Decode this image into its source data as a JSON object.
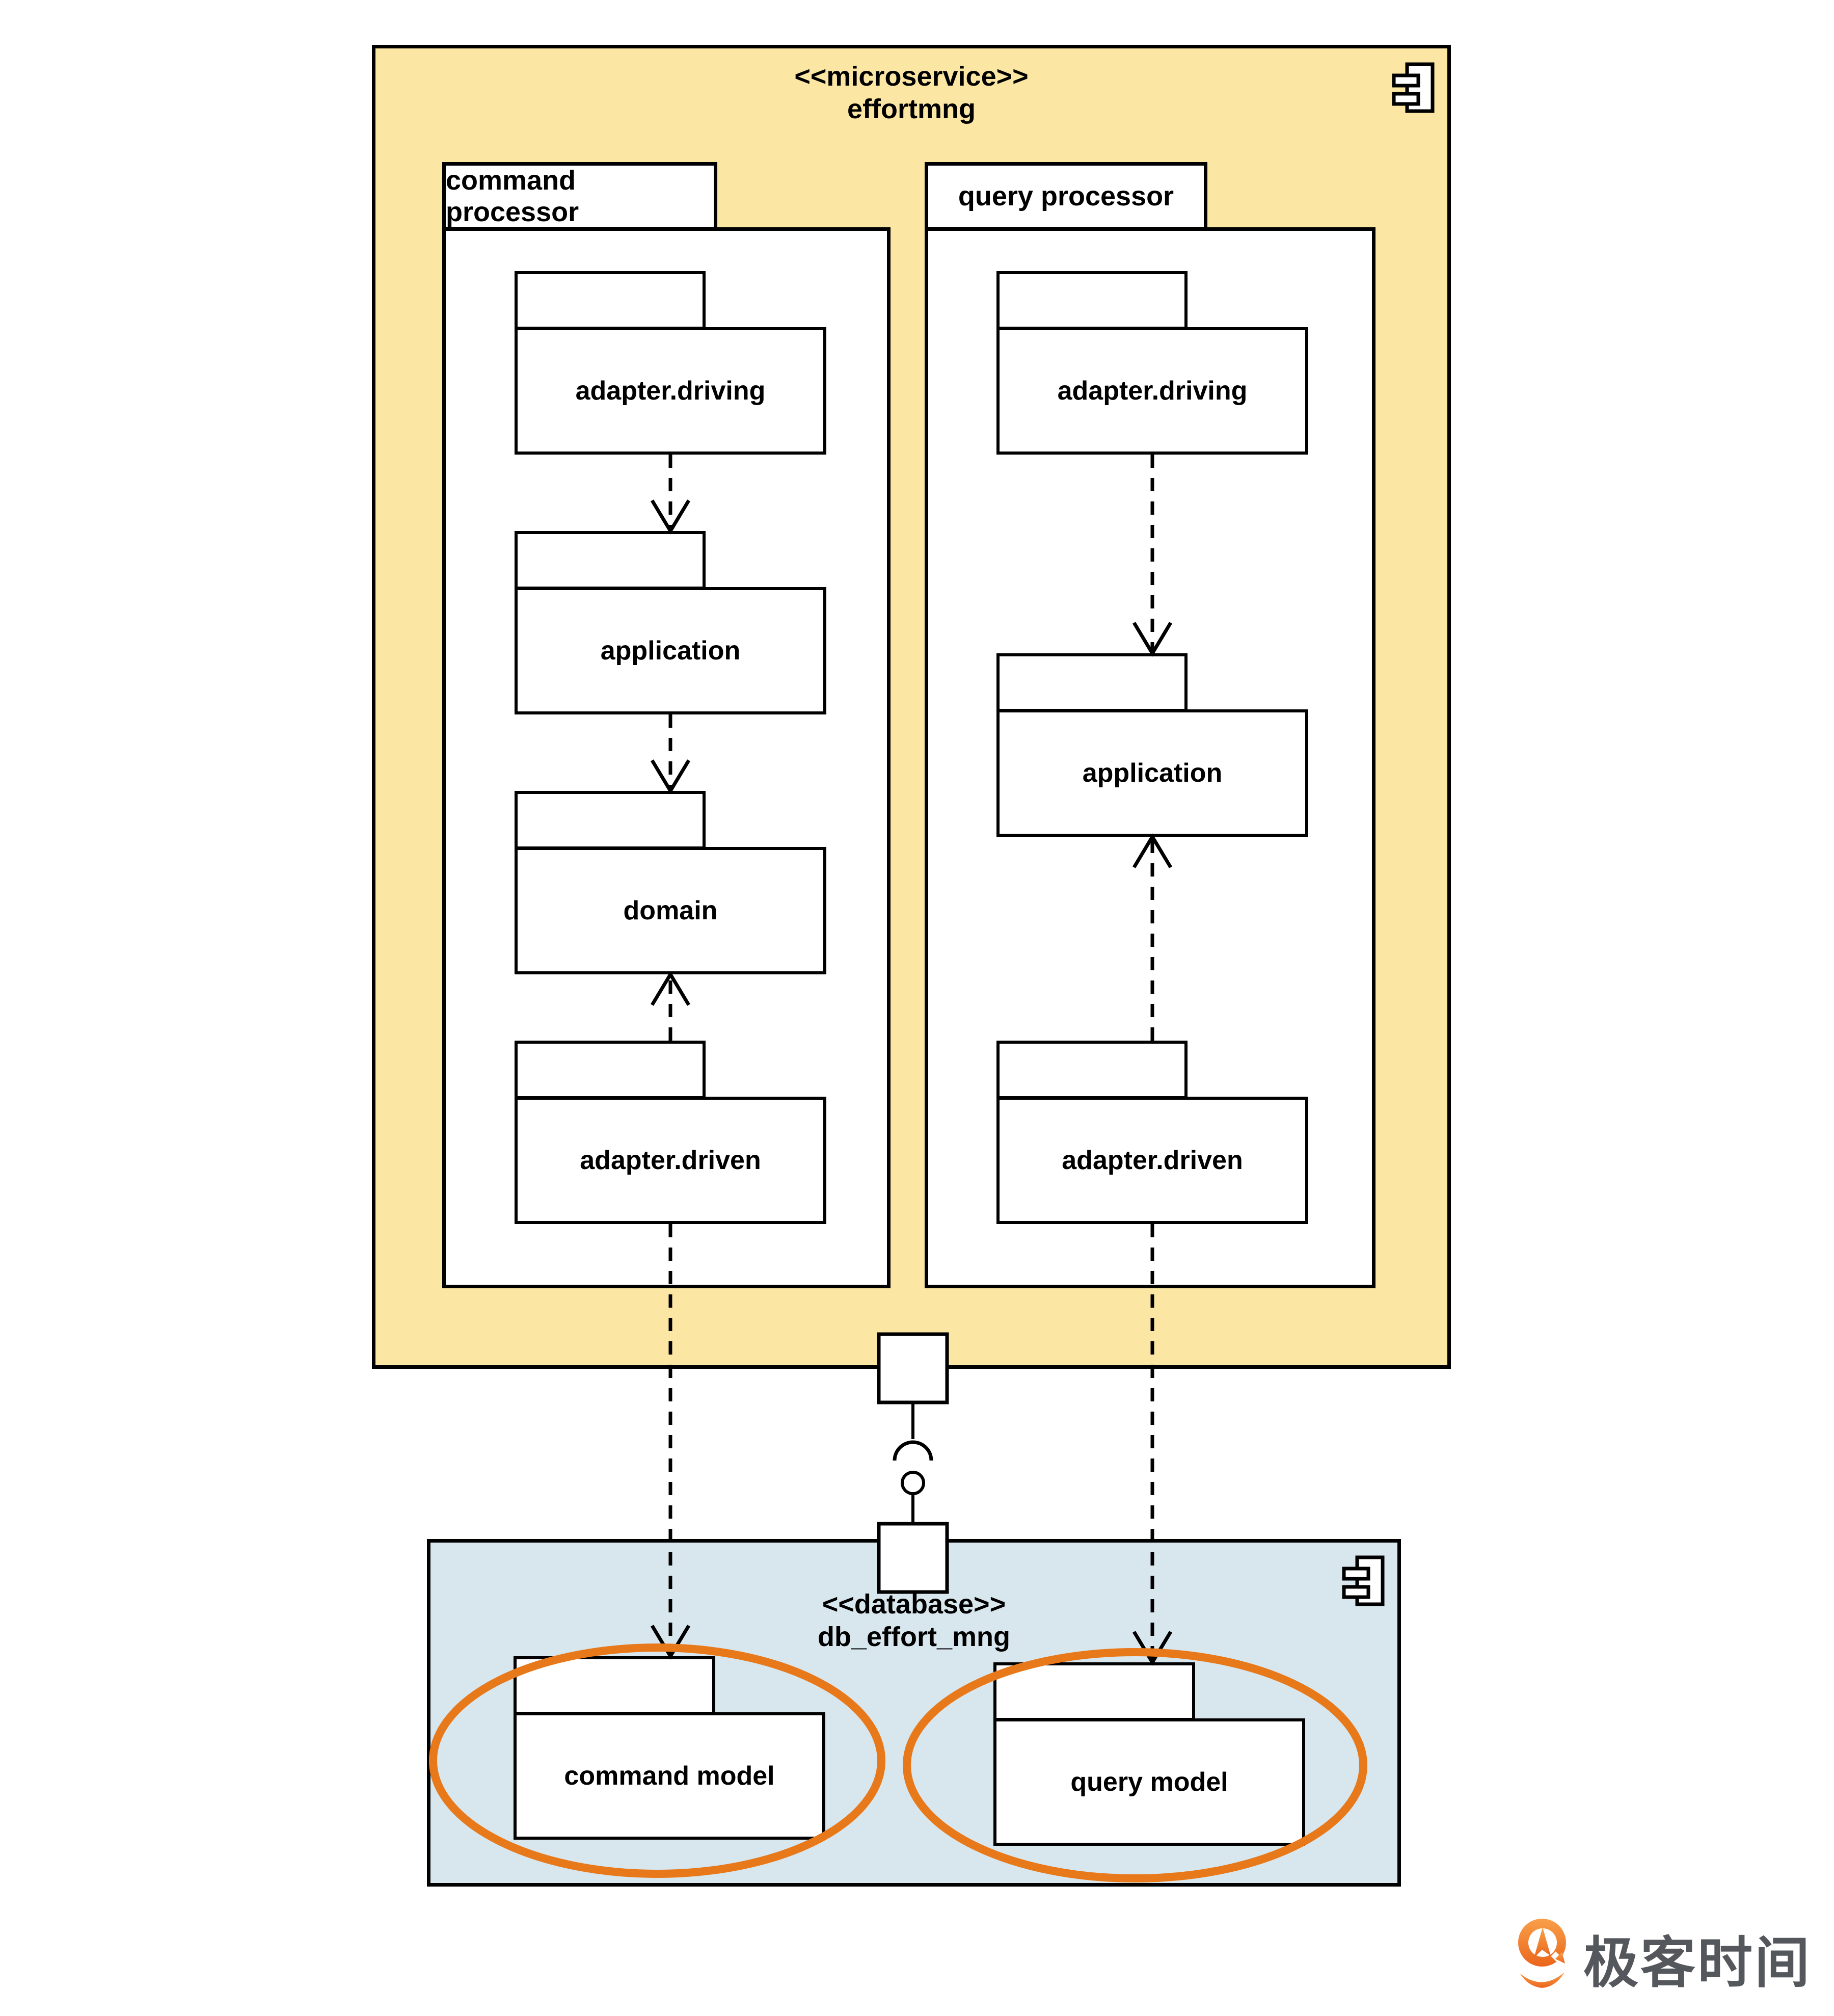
{
  "colors": {
    "microservice_fill": "#FBE7A3",
    "database_fill": "#D8E6EE",
    "highlight_orange": "#E8791B",
    "logo_orange": "#EE7124",
    "logo_text_gray": "#54575C",
    "line_black": "#000000"
  },
  "microservice": {
    "stereotype": "<<microservice>>",
    "name": "effortmng",
    "component_icon": "uml-component-icon"
  },
  "processors": {
    "command": {
      "label": "command processor"
    },
    "query": {
      "label": "query processor"
    }
  },
  "packages": {
    "cmd_adapter_driving": "adapter.driving",
    "cmd_application": "application",
    "cmd_domain": "domain",
    "cmd_adapter_driven": "adapter.driven",
    "qry_adapter_driving": "adapter.driving",
    "qry_application": "application",
    "qry_adapter_driven": "adapter.driven"
  },
  "database": {
    "stereotype": "<<database>>",
    "name": "db_effort_mng",
    "component_icon": "uml-component-icon",
    "models": {
      "command": "command model",
      "query": "query model"
    }
  },
  "connector": {
    "type": "ball-and-socket-interface"
  },
  "logo": {
    "icon": "geektime-logo",
    "text": "极客时间"
  }
}
